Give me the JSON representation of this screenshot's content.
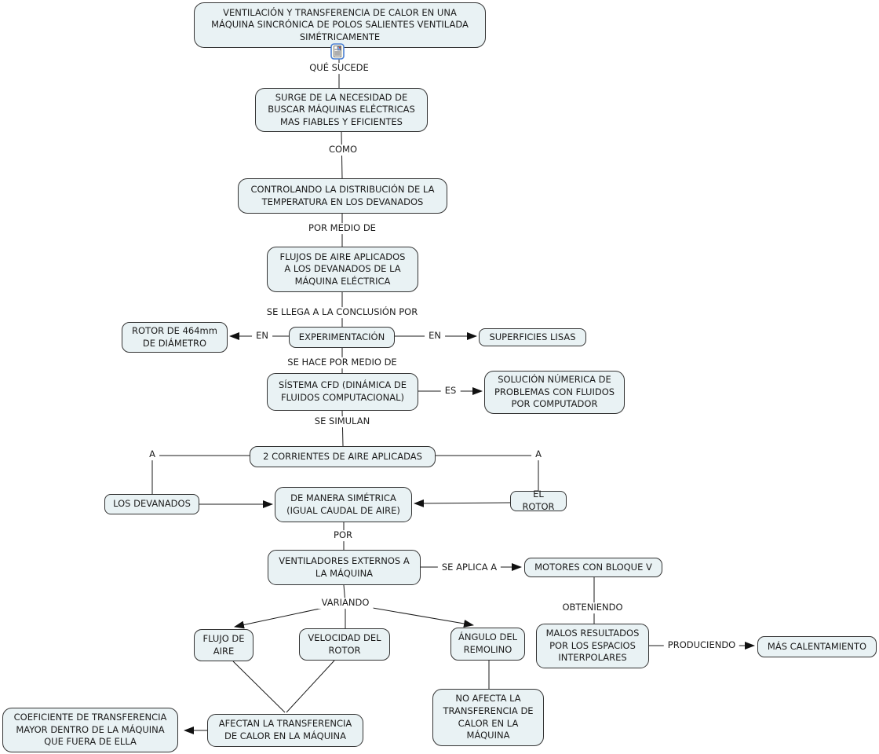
{
  "map": {
    "kind": "concept-map",
    "colors": {
      "background": "#ffffff",
      "node_fill": "#e9f2f4",
      "node_border": "#333333",
      "text_color": "#1c1c1c",
      "line_color": "#1a1a1a"
    }
  },
  "icons": {
    "resource": "document-resource-icon"
  },
  "nodes": {
    "title": "VENTILACIÓN Y TRANSFERENCIA DE CALOR EN UNA\nMÁQUINA SINCRÓNICA DE POLOS SALIENTES VENTILADA\nSIMÉTRICAMENTE",
    "surge": "SURGE DE LA NECESIDAD DE\nBUSCAR MÁQUINAS ELÉCTRICAS\nMAS FIABLES Y EFICIENTES",
    "controlando": "CONTROLANDO LA DISTRIBUCIÓN DE LA\nTEMPERATURA EN LOS DEVANADOS",
    "flujos": "FLUJOS DE AIRE APLICADOS\nA LOS DEVANADOS DE LA\nMÁQUINA ELÉCTRICA",
    "rotor_464": "ROTOR DE 464mm\nDE DIÁMETRO",
    "experimentacion": "EXPERIMENTACIÓN",
    "superficies_lisas": "SUPERFICIES LISAS",
    "sistema_cfd": "SÍSTEMA CFD (DINÁMICA DE\nFLUIDOS COMPUTACIONAL)",
    "solucion_numerica": "SOLUCIÓN NÚMERICA DE\nPROBLEMAS CON FLUIDOS\nPOR COMPUTADOR",
    "corrientes": "2 CORRIENTES DE AIRE APLICADAS",
    "los_devanados": "LOS DEVANADOS",
    "manera_simetrica": "DE MANERA SIMÉTRICA\n(IGUAL CAUDAL DE AIRE)",
    "el_rotor": "EL ROTOR",
    "ventiladores": "VENTILADORES EXTERNOS A\nLA MÁQUINA",
    "motores_bloque_v": "MOTORES CON BLOQUE V",
    "flujo_de_aire": "FLUJO DE\nAIRE",
    "velocidad_rotor": "VELOCIDAD DEL\nROTOR",
    "angulo_remolino": "ÁNGULO DEL\nREMOLINO",
    "malos_resultados": "MALOS RESULTADOS\nPOR LOS ESPACIOS\nINTERPOLARES",
    "mas_calentamiento": "MÁS CALENTAMIENTO",
    "no_afecta": "NO AFECTA LA\nTRANSFERENCIA DE\nCALOR EN LA\nMÁQUINA",
    "coeficiente": "COEFICIENTE DE TRANSFERENCIA\nMAYOR DENTRO DE LA MÁQUINA\nQUE FUERA DE ELLA",
    "afectan": "AFECTAN LA TRANSFERENCIA\nDE CALOR EN LA MÁQUINA"
  },
  "links": {
    "que_sucede": "QUÉ SUCEDE",
    "como": "COMO",
    "por_medio_de": "POR MEDIO DE",
    "se_llega": "SE LLEGA A LA CONCLUSIÓN POR",
    "en_izq": "EN",
    "en_der": "EN",
    "se_hace": "SE HACE POR MEDIO DE",
    "es": "ES",
    "se_simulan": "SE SIMULAN",
    "a_izq": "A",
    "a_der": "A",
    "por": "POR",
    "se_aplica_a": "SE APLICA A",
    "variando": "VARIANDO",
    "obteniendo": "OBTENIENDO",
    "produciendo": "PRODUCIENDO"
  }
}
